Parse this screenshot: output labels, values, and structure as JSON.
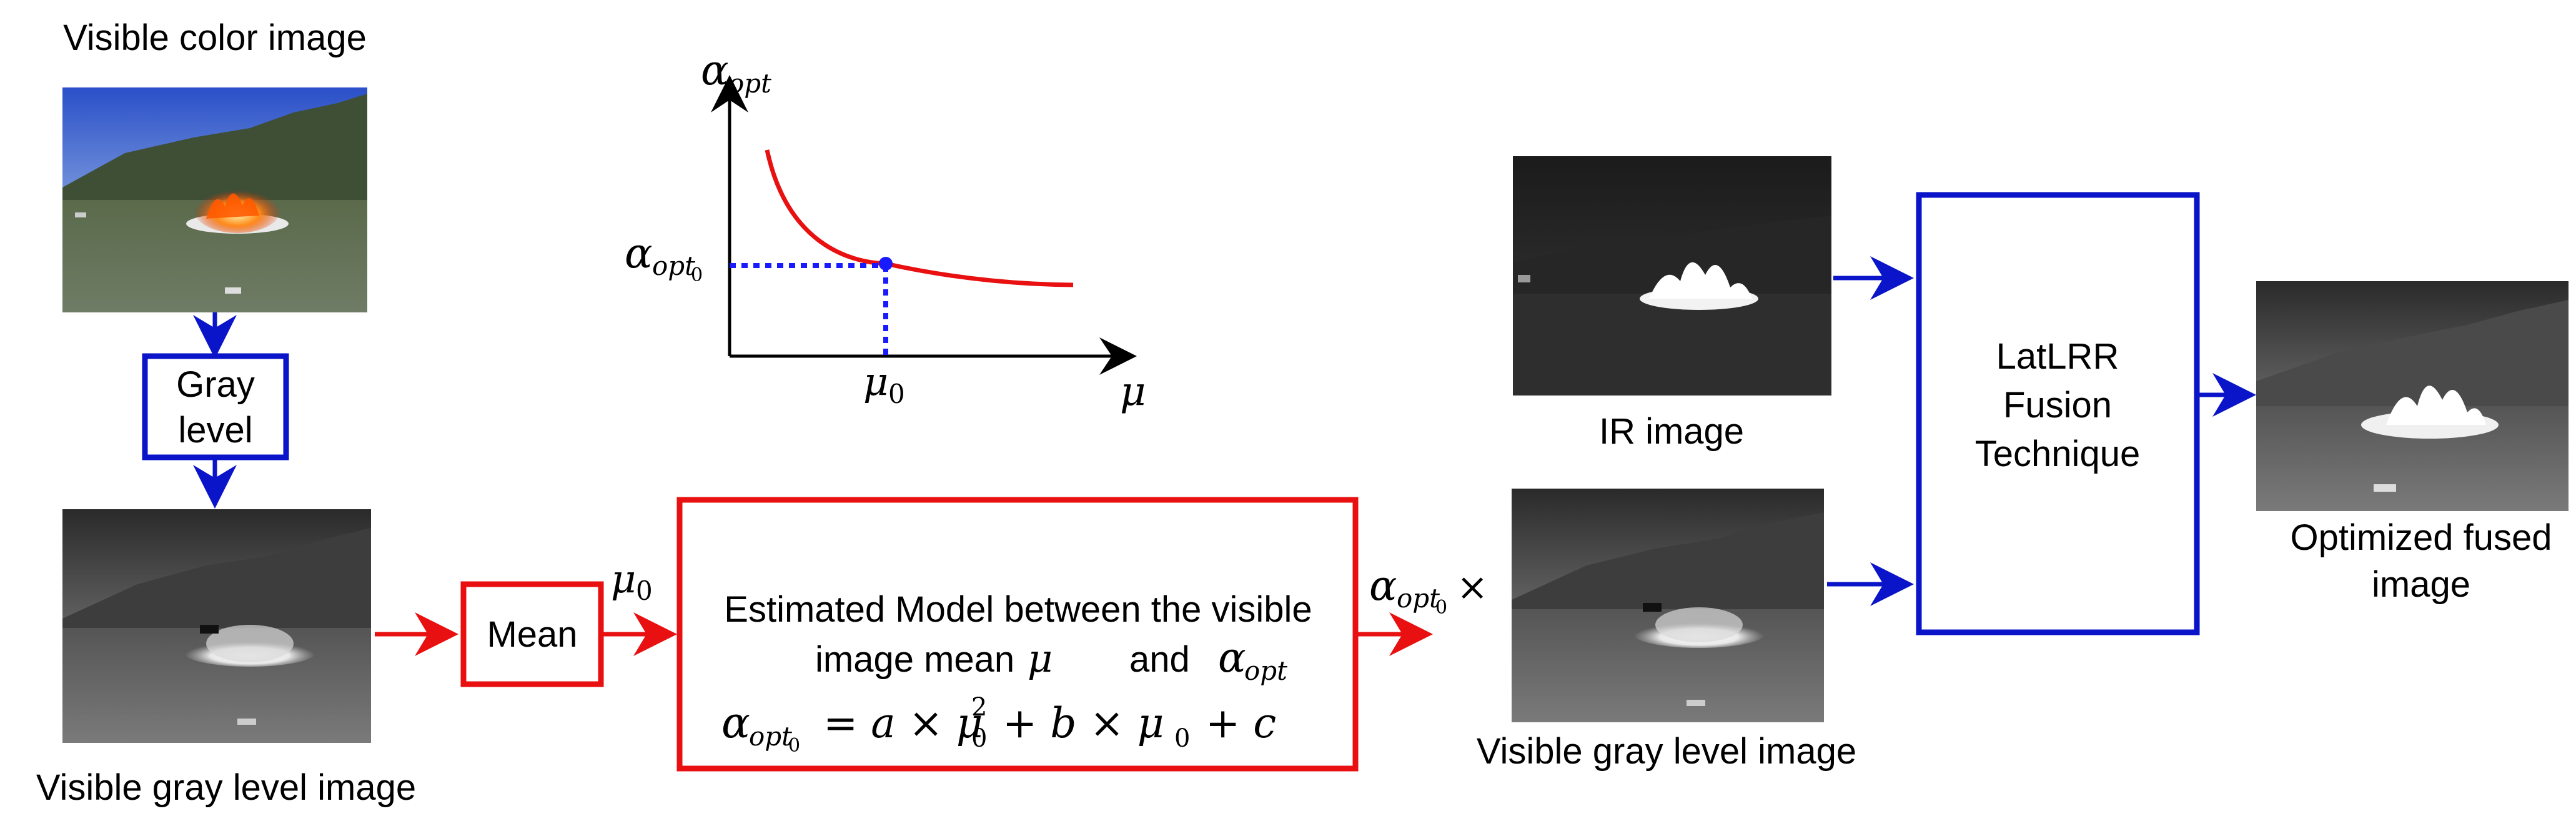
{
  "labels": {
    "visible_color_image": "Visible color image",
    "gray_level_line1": "Gray",
    "gray_level_line2": "level",
    "visible_gray_level_image_left": "Visible gray level image",
    "mean": "Mean",
    "mu0": "μ",
    "mu0_sub": "0",
    "model_line1": "Estimated Model between the visible",
    "model_line2_a": "image mean",
    "model_line2_mu": "μ",
    "model_line2_and": "and",
    "alpha": "α",
    "opt": "opt",
    "opt0_sub": "opt",
    "zero": "0",
    "formula_eq": "= a × μ",
    "formula_sq": "2",
    "formula_sub0": "0",
    "formula_mid": "+ b × μ",
    "formula_end": "+ c",
    "times": "×",
    "ir_image": "IR image",
    "visible_gray_level_image_right": "Visible gray level image",
    "fusion_line1": "LatLRR",
    "fusion_line2": "Fusion",
    "fusion_line3": "Technique",
    "optimized_line1": "Optimized fused",
    "optimized_line2": "image",
    "axis_x": "μ",
    "axis_y": "α",
    "axis_y_sub": "opt"
  },
  "colors": {
    "blue": "#0a14c8",
    "red": "#e81010",
    "dotted_blue": "#1a1aff"
  }
}
